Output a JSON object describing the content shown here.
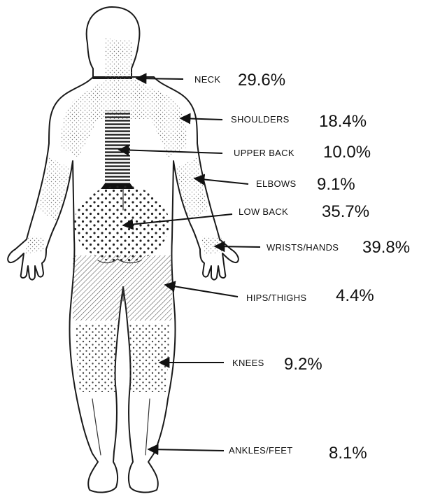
{
  "regions": [
    {
      "id": "neck",
      "label": "NECK",
      "percent": "29.6%"
    },
    {
      "id": "shoulders",
      "label": "SHOULDERS",
      "percent": "18.4%"
    },
    {
      "id": "upper-back",
      "label": "UPPER BACK",
      "percent": "10.0%"
    },
    {
      "id": "elbows",
      "label": "ELBOWS",
      "percent": "9.1%"
    },
    {
      "id": "low-back",
      "label": "LOW BACK",
      "percent": "35.7%"
    },
    {
      "id": "wrists-hands",
      "label": "WRISTS/HANDS",
      "percent": "39.8%"
    },
    {
      "id": "hips-thighs",
      "label": "HIPS/THIGHS",
      "percent": "4.4%"
    },
    {
      "id": "knees",
      "label": "KNEES",
      "percent": "9.2%"
    },
    {
      "id": "ankles-feet",
      "label": "ANKLES/FEET",
      "percent": "8.1%"
    }
  ]
}
